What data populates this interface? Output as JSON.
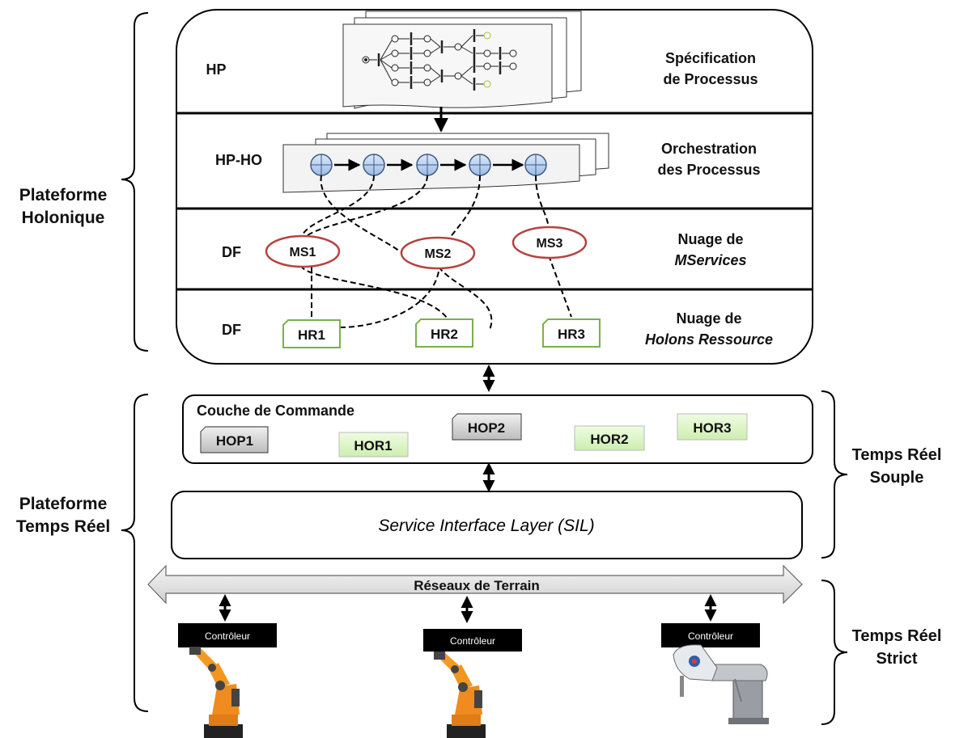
{
  "holonic_platform": {
    "label_line1": "Plateforme",
    "label_line2": "Holonique",
    "layers": {
      "hp": {
        "tag": "HP",
        "desc_line1": "Spécification",
        "desc_line2": "de Processus"
      },
      "hpho": {
        "tag": "HP-HO",
        "desc_line1": "Orchestration",
        "desc_line2": "des Processus"
      },
      "df_services": {
        "tag": "DF",
        "desc_line1": "Nuage de",
        "desc_line2": "MServices"
      },
      "df_resources": {
        "tag": "DF",
        "desc_line1": "Nuage de",
        "desc_line2": "Holons Ressource"
      }
    },
    "mservices": [
      "MS1",
      "MS2",
      "MS3"
    ],
    "resource_holons": [
      "HR1",
      "HR2",
      "HR3"
    ]
  },
  "realtime_platform": {
    "label_line1": "Plateforme",
    "label_line2": "Temps Réel",
    "command_layer": {
      "title": "Couche de Commande",
      "hop": [
        "HOP1",
        "HOP2"
      ],
      "hor": [
        "HOR1",
        "HOR2",
        "HOR3"
      ]
    },
    "sil": "Service Interface Layer (SIL)",
    "fieldbus": "Réseaux de Terrain",
    "controllers": [
      "Contrôleur",
      "Contrôleur",
      "Contrôleur"
    ]
  },
  "right_labels": {
    "soft_line1": "Temps Réel",
    "soft_line2": "Souple",
    "hard_line1": "Temps Réel",
    "hard_line2": "Strict"
  },
  "colors": {
    "ellipse_stroke": "#b5443f",
    "hr_stroke": "#7bb04a",
    "hor_fill": "#dcf5c4",
    "hop_fill": "#d6d6d6",
    "node_fill": "#b9d3f2",
    "robot_orange": "#ef8b1f"
  }
}
